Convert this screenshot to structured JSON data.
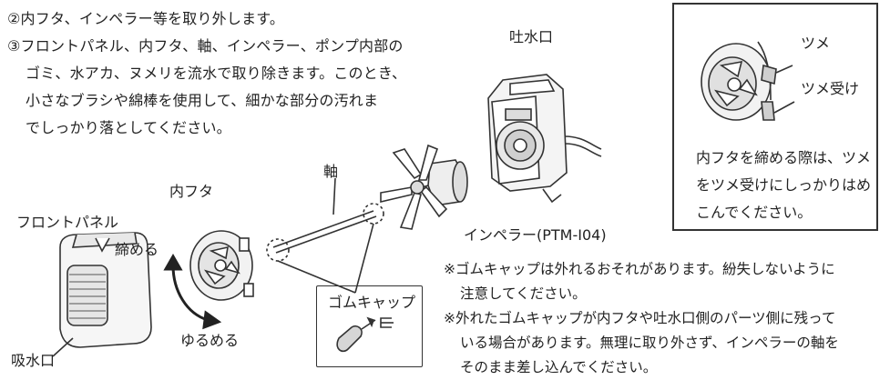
{
  "instructions": [
    "②内フタ、インペラー等を取り外します。",
    "③フロントパネル、内フタ、軸、インペラー、ポンプ内部の",
    "ゴミ、水アカ、ヌメリを流水で取り除きます。このとき、",
    "小さなブラシや綿棒を使用して、細かな部分の汚れま",
    "でしっかり落としてください。"
  ],
  "labels": {
    "outlet": "吐水口",
    "inner_lid": "内フタ",
    "shaft": "軸",
    "front_panel": "フロントパネル",
    "tighten": "締める",
    "loosen": "ゆるめる",
    "inlet": "吸水口",
    "impeller": "インペラー(PTM-I04)",
    "rubber_cap": "ゴムキャップ"
  },
  "callout": {
    "claw": "ツメ",
    "claw_receiver": "ツメ受け",
    "text": [
      "内フタを締める際は、ツメ",
      "をツメ受けにしっかりはめ",
      "こんでください。"
    ]
  },
  "notes": [
    "※ゴムキャップは外れるおそれがあります。紛失しないように",
    "注意してください。",
    "※外れたゴムキャップが内フタや吐水口側のパーツ側に残って",
    "いる場合があります。無理に取り外さず、インペラーの軸を",
    "そのまま差し込んでください。"
  ]
}
